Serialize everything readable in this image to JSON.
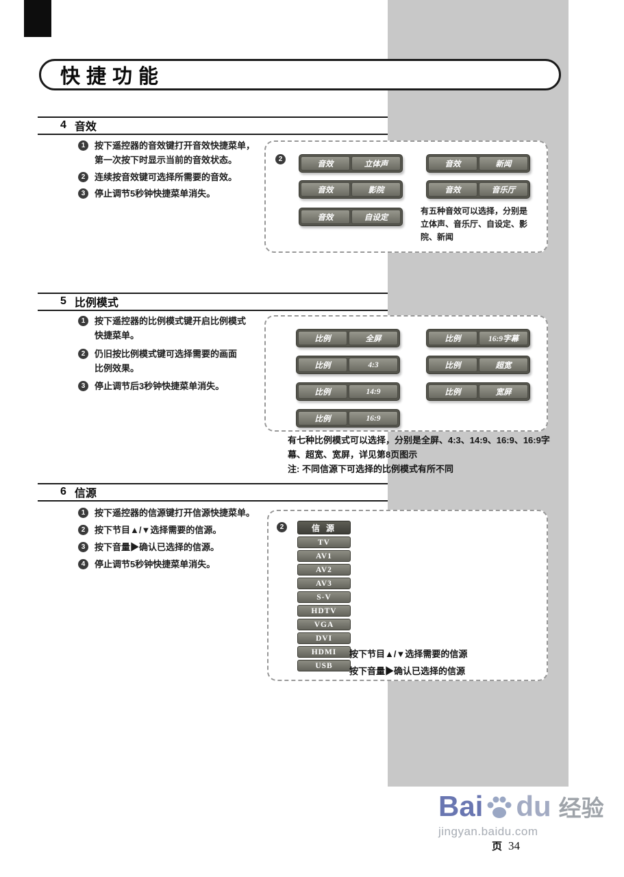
{
  "title": "快捷功能",
  "colors": {
    "margin_strip": "#c8c8c8",
    "button_face": "#77776d",
    "text": "#1d1d1d"
  },
  "sections": {
    "sound": {
      "number": "4",
      "title": "音效",
      "steps": [
        {
          "n": "1",
          "lines": [
            "按下遥控器的音效键打开音效快捷菜单，",
            "第一次按下时显示当前的音效状态。"
          ]
        },
        {
          "n": "2",
          "lines": [
            "连续按音效键可选择所需要的音效。"
          ]
        },
        {
          "n": "3",
          "lines": [
            "停止调节5秒钟快捷菜单消失。"
          ]
        }
      ],
      "panel_marker": "2",
      "buttons": [
        {
          "label": "音效",
          "value": "立体声"
        },
        {
          "label": "音效",
          "value": "新闻"
        },
        {
          "label": "音效",
          "value": "影院"
        },
        {
          "label": "音效",
          "value": "音乐厅"
        },
        {
          "label": "音效",
          "value": "自设定"
        }
      ],
      "note_lines": [
        "有五种音效可以选择，分别是",
        "立体声、音乐厅、自设定、影",
        "院、新闻"
      ]
    },
    "aspect": {
      "number": "5",
      "title": "比例模式",
      "steps": [
        {
          "n": "1",
          "lines": [
            "按下遥控器的比例模式键开启比例模式",
            "快捷菜单。"
          ]
        },
        {
          "n": "2",
          "lines": [
            "仍旧按比例模式键可选择需要的画面",
            "比例效果。"
          ]
        },
        {
          "n": "3",
          "lines": [
            "停止调节后3秒钟快捷菜单消失。"
          ]
        }
      ],
      "buttons": [
        {
          "label": "比例",
          "value": "全屏"
        },
        {
          "label": "比例",
          "value": "16:9字幕"
        },
        {
          "label": "比例",
          "value": "4:3"
        },
        {
          "label": "比例",
          "value": "超宽"
        },
        {
          "label": "比例",
          "value": "14:9"
        },
        {
          "label": "比例",
          "value": "宽屏"
        },
        {
          "label": "比例",
          "value": "16:9"
        }
      ],
      "note_lines": [
        "有七种比例模式可以选择，分别是全屏、4:3、14:9、16:9、16:9字",
        "幕、超宽、宽屏，详见第8页图示",
        "注: 不同信源下可选择的比例模式有所不同"
      ]
    },
    "source": {
      "number": "6",
      "title": "信源",
      "steps": [
        {
          "n": "1",
          "lines": [
            "按下遥控器的信源键打开信源快捷菜单。"
          ]
        },
        {
          "n": "2",
          "lines": [
            "按下节目▲/▼选择需要的信源。"
          ]
        },
        {
          "n": "3",
          "lines": [
            "按下音量▶确认已选择的信源。"
          ]
        },
        {
          "n": "4",
          "lines": [
            "停止调节5秒钟快捷菜单消失。"
          ]
        }
      ],
      "panel_marker": "2",
      "menu_header": "信 源",
      "menu_items": [
        "TV",
        "AV1",
        "AV2",
        "AV3",
        "S-V",
        "HDTV",
        "VGA",
        "DVI",
        "HDMI",
        "USB"
      ],
      "hint_lines": [
        "按下节目▲/▼选择需要的信源",
        "按下音量▶确认已选择的信源"
      ]
    }
  },
  "watermark": {
    "brand_bai": "Bai",
    "brand_du": "du",
    "brand_suffix": "经验",
    "site": "jingyan.baidu.com"
  },
  "footer": {
    "page_label": "页",
    "page_number": "34"
  }
}
